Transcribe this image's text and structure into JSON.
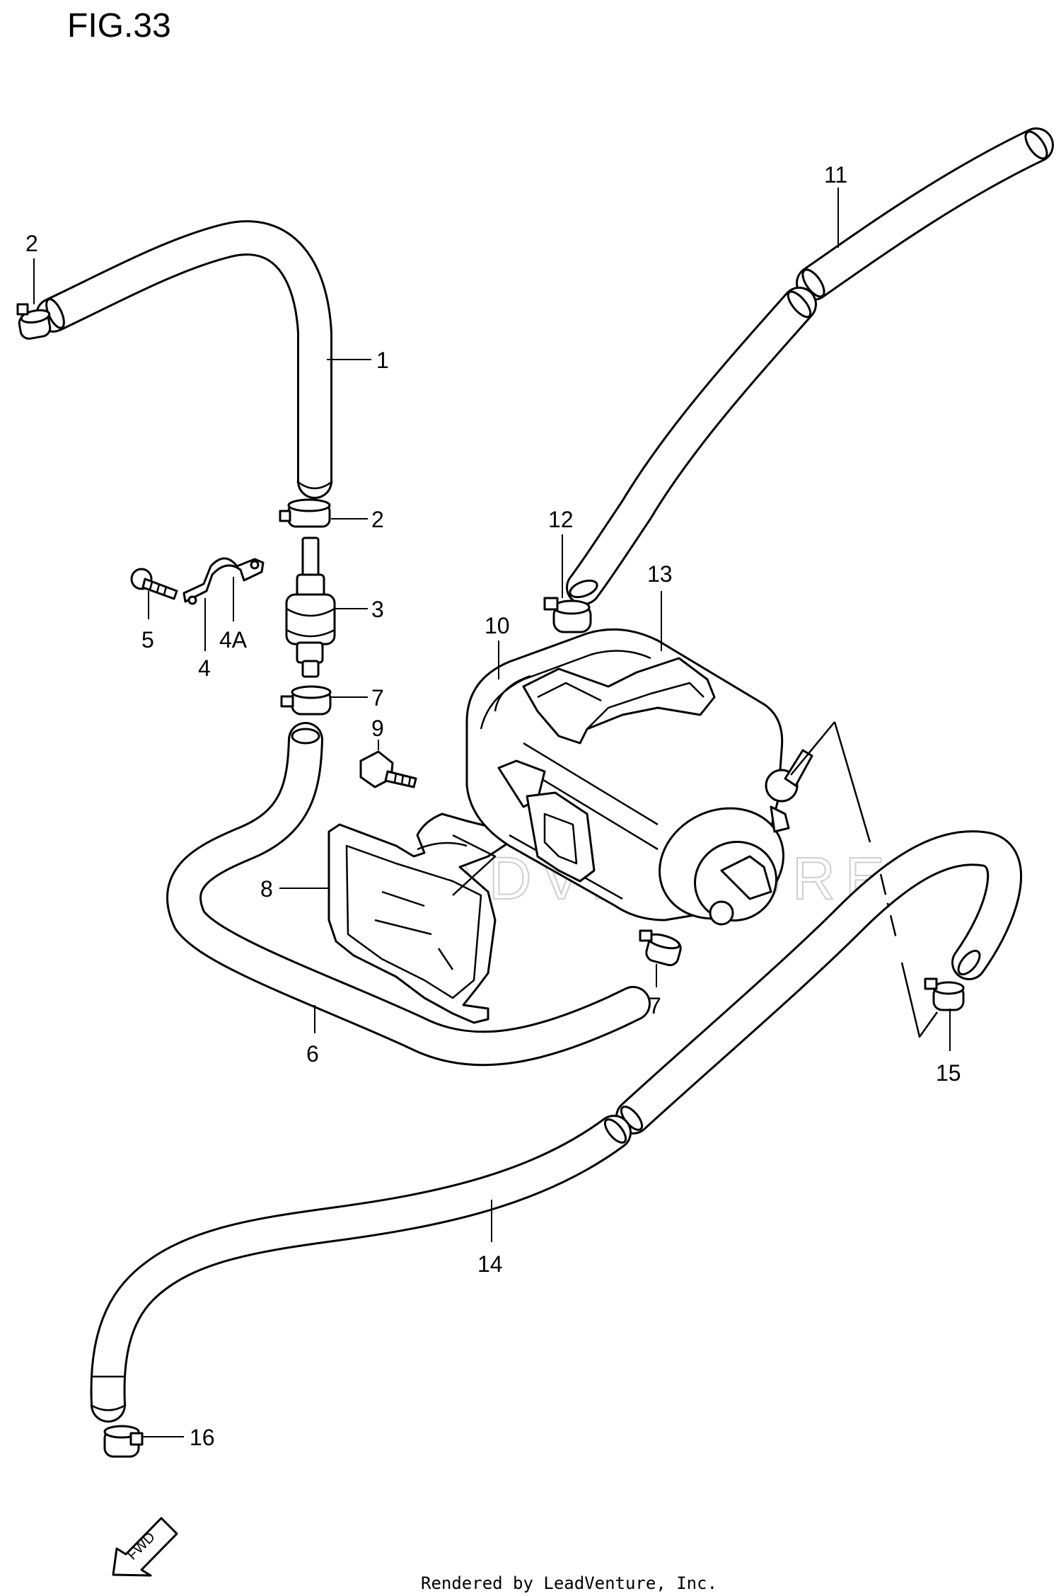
{
  "figure": {
    "title": "FIG.33",
    "credit": "Rendered by LeadVenture, Inc.",
    "watermark": "LEADVENTURE",
    "fwd_label": "FWD"
  },
  "callouts": [
    {
      "id": "c2a",
      "label": "2"
    },
    {
      "id": "c1",
      "label": "1"
    },
    {
      "id": "c2b",
      "label": "2"
    },
    {
      "id": "c3",
      "label": "3"
    },
    {
      "id": "c5",
      "label": "5"
    },
    {
      "id": "c4a",
      "label": "4A"
    },
    {
      "id": "c4",
      "label": "4"
    },
    {
      "id": "c7a",
      "label": "7"
    },
    {
      "id": "c9",
      "label": "9"
    },
    {
      "id": "c8",
      "label": "8"
    },
    {
      "id": "c6",
      "label": "6"
    },
    {
      "id": "c7b",
      "label": "7"
    },
    {
      "id": "c10",
      "label": "10"
    },
    {
      "id": "c11",
      "label": "11"
    },
    {
      "id": "c12",
      "label": "12"
    },
    {
      "id": "c13",
      "label": "13"
    },
    {
      "id": "c14",
      "label": "14"
    },
    {
      "id": "c15",
      "label": "15"
    },
    {
      "id": "c16",
      "label": "16"
    }
  ]
}
